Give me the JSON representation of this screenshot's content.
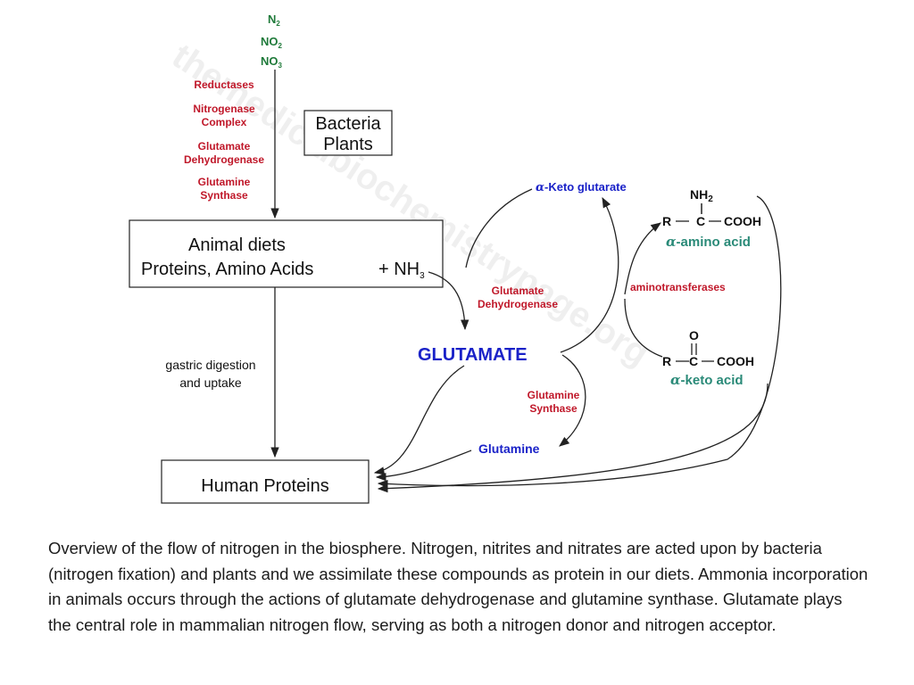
{
  "sources": {
    "n2": "N",
    "n2_sub": "2",
    "no2": "NO",
    "no2_sub": "2",
    "no3": "NO",
    "no3_sub": "3"
  },
  "enzymes_top": {
    "reductases": "Reductases",
    "nitrogenase_1": "Nitrogenase",
    "nitrogenase_2": "Complex",
    "gdh_1": "Glutamate",
    "gdh_2": "Dehydrogenase",
    "gs_1": "Glutamine",
    "gs_2": "Synthase"
  },
  "bacteria_box": {
    "line1": "Bacteria",
    "line2": "Plants"
  },
  "animal_box": {
    "line1": "Animal diets",
    "line2": "Proteins, Amino Acids",
    "nh3": "+ NH",
    "nh3_sub": "3"
  },
  "digestion": {
    "line1": "gastric digestion",
    "line2": "and uptake"
  },
  "human_box": {
    "label": "Human Proteins"
  },
  "glutamate": "GLUTAMATE",
  "glutamine": "Glutamine",
  "keto_glutarate": {
    "alpha": "α",
    "label": "-Keto glutarate"
  },
  "gdh_right": {
    "line1": "Glutamate",
    "line2": "Dehydrogenase"
  },
  "gs_right": {
    "line1": "Glutamine",
    "line2": "Synthase"
  },
  "aminotransferases": "aminotransferases",
  "amino_acid": {
    "nh": "NH",
    "nh_sub": "2",
    "r": "R",
    "c": "C",
    "cooh": "COOH",
    "alpha": "α",
    "label": "-amino acid"
  },
  "keto_acid": {
    "o": "O",
    "r": "R",
    "c": "C",
    "cooh": "COOH",
    "alpha": "α",
    "label": "-keto acid"
  },
  "caption": "Overview of the flow of nitrogen in the biosphere. Nitrogen, nitrites and nitrates are acted upon by bacteria (nitrogen fixation) and plants and we assimilate these compounds as protein in our diets. Ammonia incorporation in animals occurs through the actions of glutamate dehydrogenase and glutamine synthase. Glutamate plays the central role in mammalian nitrogen flow, serving as both a nitrogen donor and nitrogen acceptor.",
  "watermark": "themedicalbiochemistrypage.org"
}
